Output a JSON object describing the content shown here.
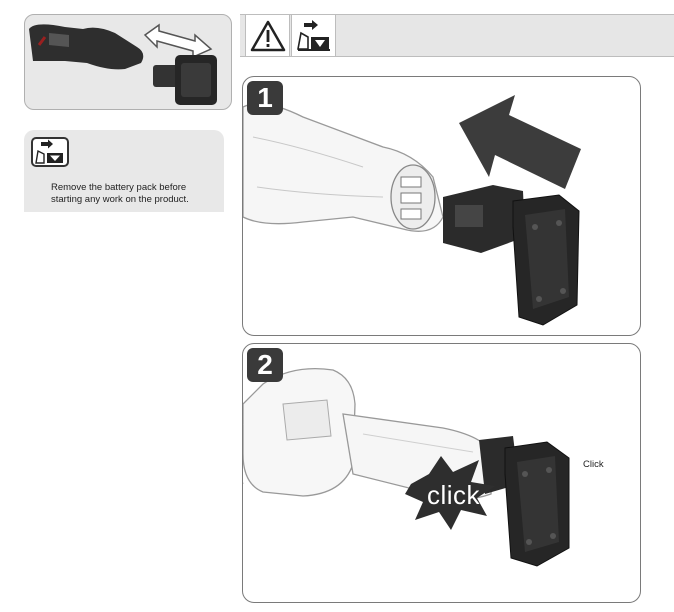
{
  "header": {
    "icons": [
      "warning-triangle-icon",
      "remove-battery-icon"
    ]
  },
  "info_box": {
    "icon": "remove-battery-icon",
    "text_line1": "Remove the battery pack before",
    "text_line2": "starting any work on the product."
  },
  "steps": [
    {
      "number": "1",
      "icon": "insert-direction-arrow-icon"
    },
    {
      "number": "2",
      "burst_text": "click",
      "note": "Click"
    }
  ],
  "colors": {
    "panel_gray": "#e8e8e8",
    "badge_dark": "#3a3a3a",
    "battery_dark": "#2b2b2b"
  }
}
